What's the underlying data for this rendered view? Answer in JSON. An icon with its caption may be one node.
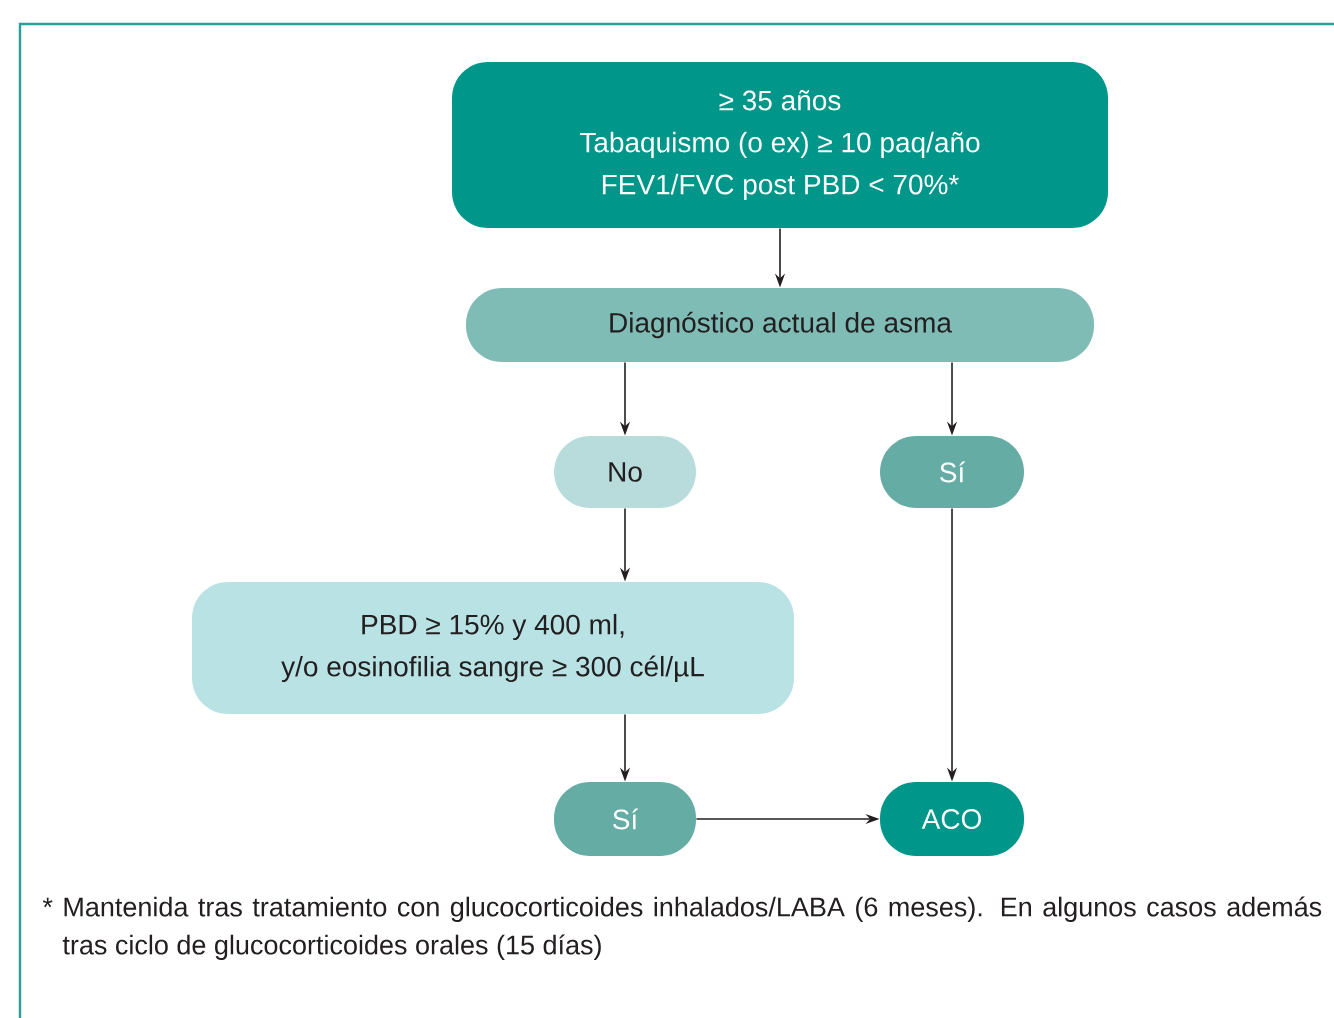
{
  "diagram": {
    "nodes": [
      {
        "text": [
          "≥ 35 años",
          "Tabaquismo (o ex) ≥ 10 paq/año",
          "FEV1/FVC post PBD < 70%*"
        ]
      },
      {
        "text": [
          "Diagnóstico actual de asma"
        ]
      },
      {
        "text": [
          "No"
        ]
      },
      {
        "text": [
          "Sí"
        ]
      },
      {
        "text": [
          "PBD ≥ 15% y 400 ml,",
          "y/o eosinofilia sangre ≥ 300 cél/µL"
        ]
      },
      {
        "text": [
          "Sí"
        ]
      },
      {
        "text": [
          "ACO"
        ]
      }
    ],
    "edges": [
      {
        "from": 0,
        "to": 1,
        "arrow": "to"
      },
      {
        "from": 1,
        "to": 2,
        "arrow": "to"
      },
      {
        "from": 1,
        "to": 3,
        "arrow": "to"
      },
      {
        "from": 2,
        "to": 4,
        "arrow": "to"
      },
      {
        "from": 4,
        "to": 5,
        "arrow": "to"
      },
      {
        "from": 3,
        "to": 6,
        "arrow": "to"
      },
      {
        "from": 5,
        "to": 6,
        "arrow": "to"
      }
    ],
    "labels": [
      "* Mantenida tras tratamiento con glucocorticoides inhalados/LABA (6 meses). En algunos casos además tras ciclo de glucocorticoides orales (15 días)"
    ]
  }
}
